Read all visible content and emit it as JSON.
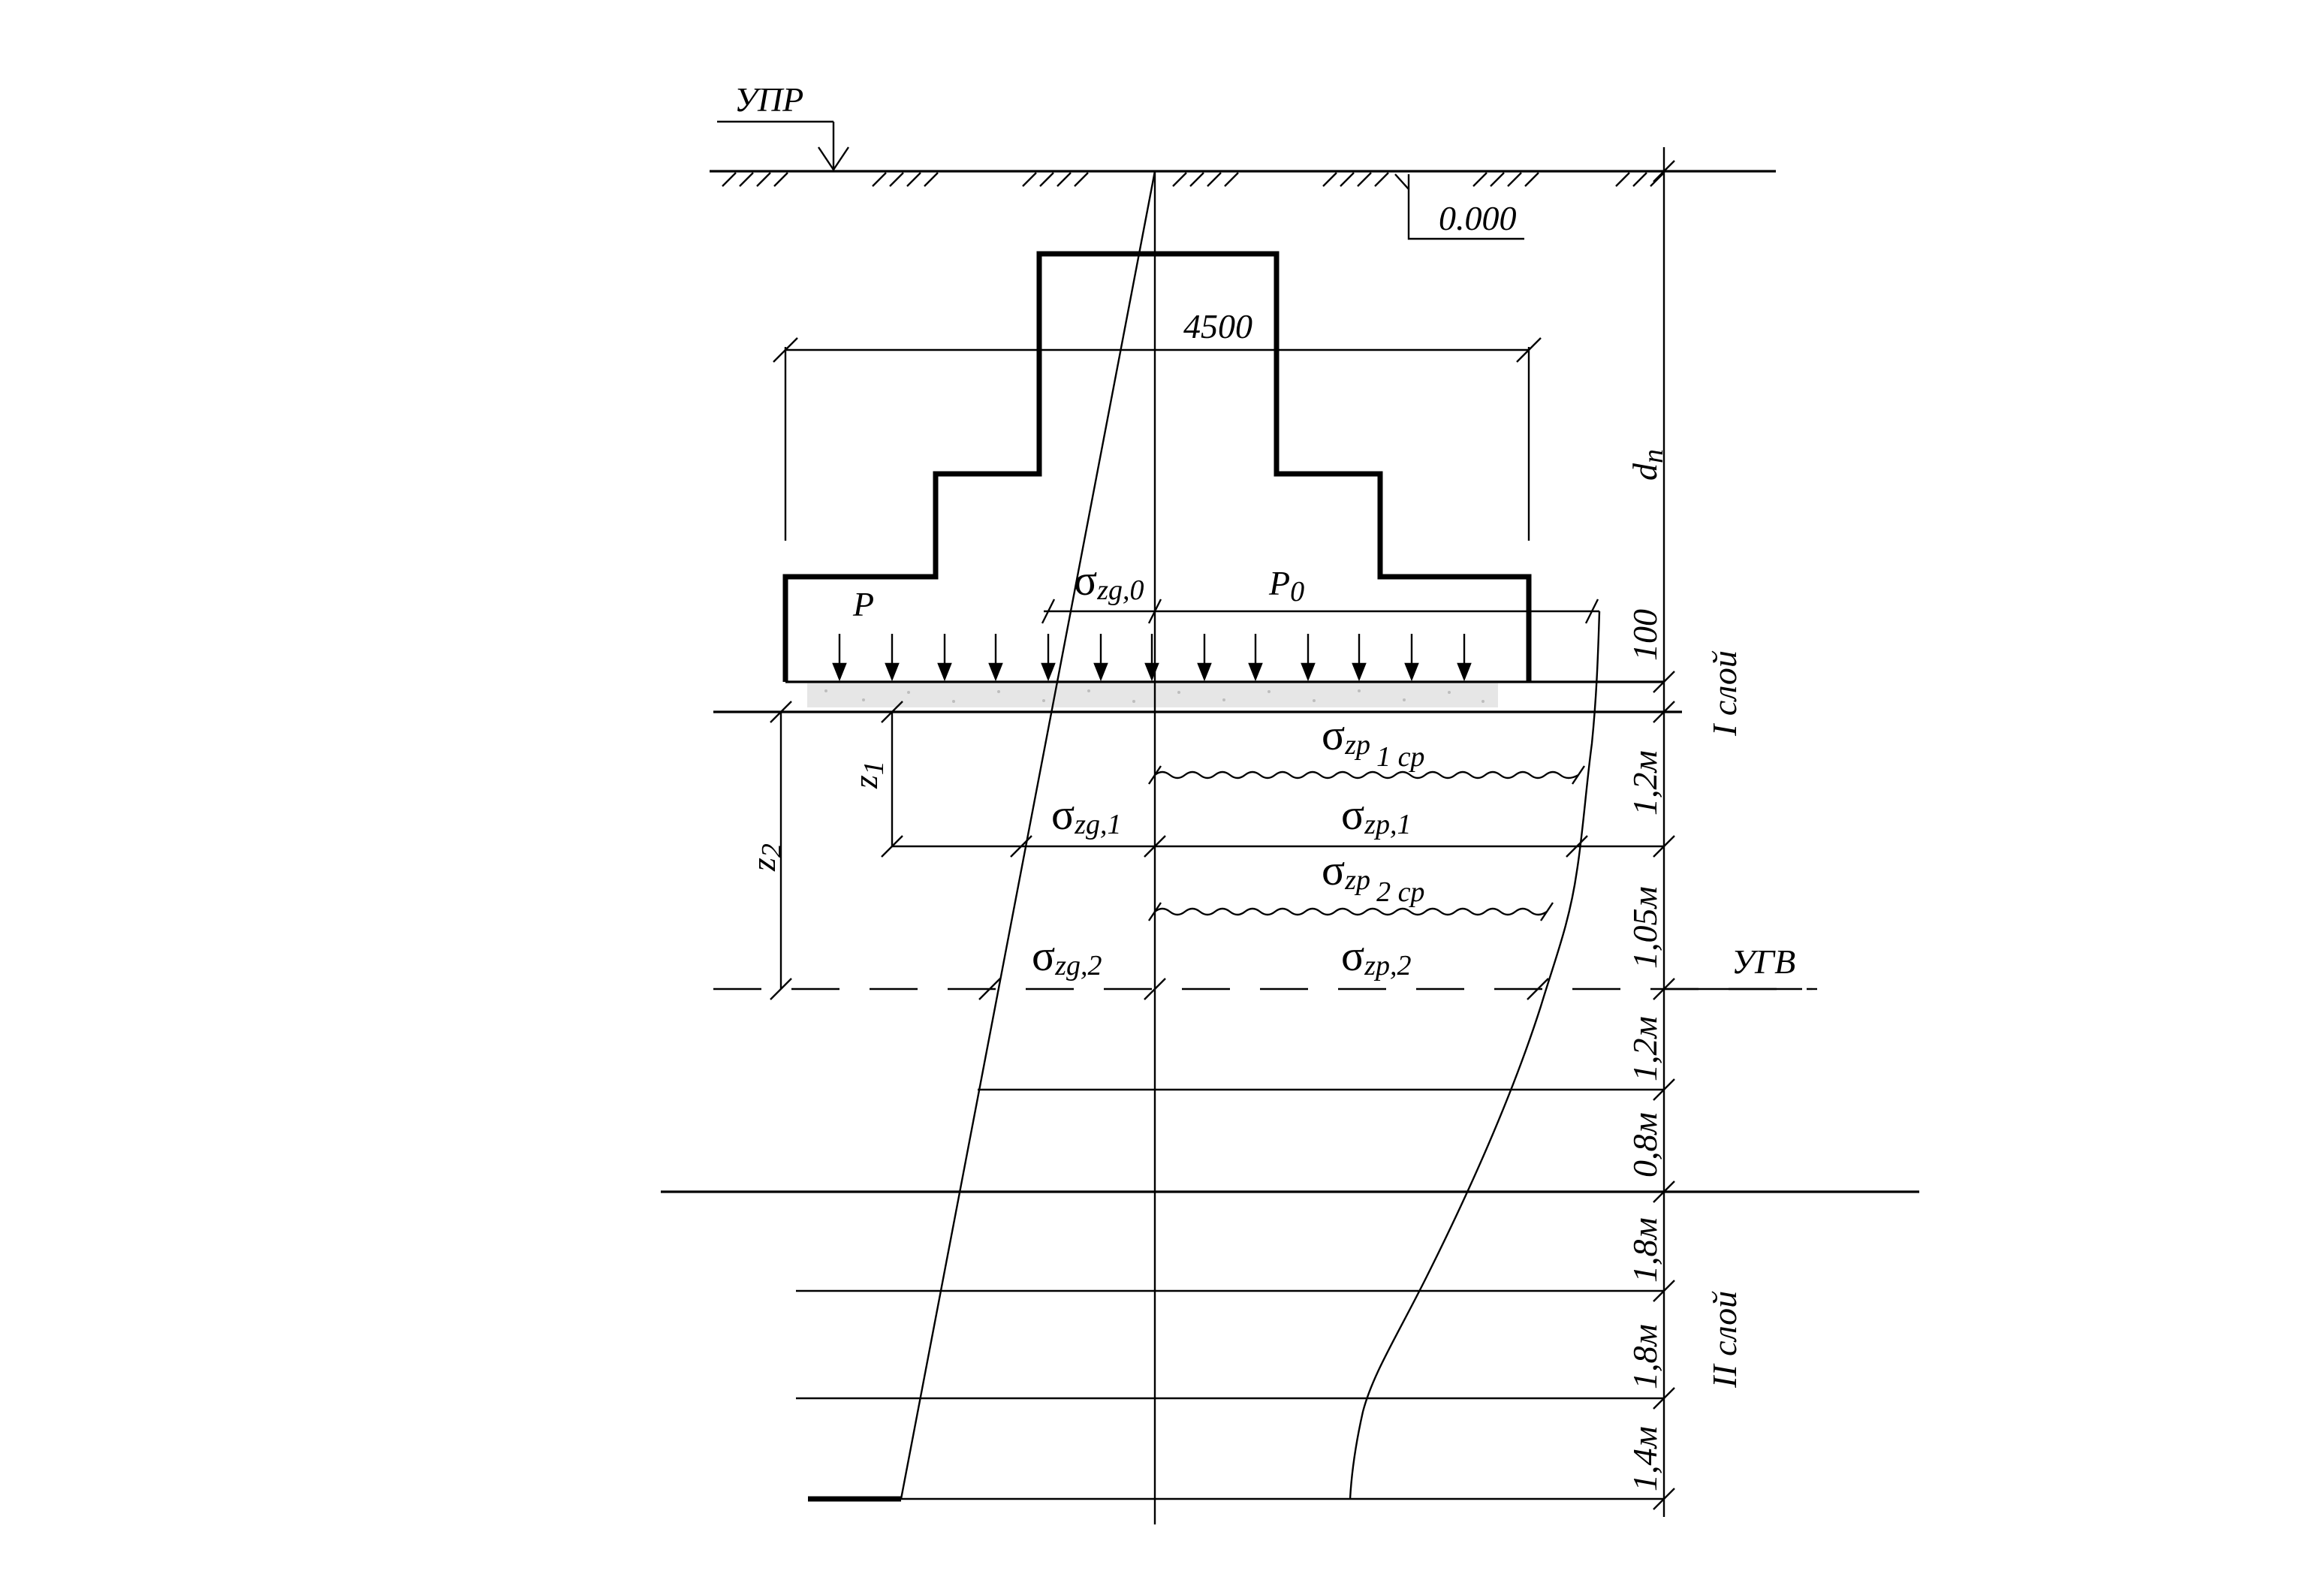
{
  "markers": {
    "upr": "УПР",
    "zero": "0.000",
    "ugv": "УГВ"
  },
  "dimensions": {
    "width": "4500",
    "dn_main": "d",
    "dn_sub": "n",
    "pad": "100"
  },
  "loads": {
    "p": "P",
    "p0_main": "P",
    "p0_sub": "0"
  },
  "sigma": {
    "symbol": "σ",
    "zg0": "zg,0",
    "zp1cp_a": "zp",
    "zp1cp_b": "1 ср",
    "zg1": "zg,1",
    "zp1": "zp,1",
    "zp2cp_a": "zp",
    "zp2cp_b": "2 ср",
    "zg2": "zg,2",
    "zp2": "zp,2"
  },
  "depths": {
    "z1_main": "z",
    "z1_sub": "1",
    "z2_main": "z",
    "z2_sub": "2"
  },
  "layers": {
    "first": "I слой",
    "second": "II слой"
  },
  "layer_thickness": [
    "1,2м",
    "1,05м",
    "1,2м",
    "0,8м",
    "1,8м",
    "1,8м",
    "1,4м"
  ]
}
